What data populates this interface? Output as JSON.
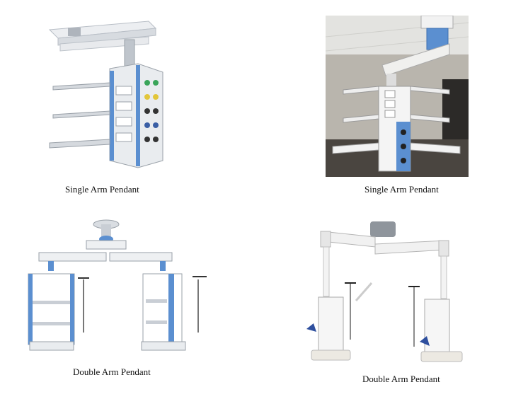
{
  "figures": [
    {
      "caption": "Single Arm Pendant"
    },
    {
      "caption": "Single Arm Pendant"
    },
    {
      "caption": "Double Arm Pendant"
    },
    {
      "caption": "Double Arm Pendant"
    }
  ],
  "colors": {
    "accent": "#5b8fd0",
    "metal": "#c9ced5",
    "panel": "#e9ecef",
    "ceiling": "#e3e3e0",
    "wall": "#b9b5ad",
    "floor": "#4a4540"
  }
}
